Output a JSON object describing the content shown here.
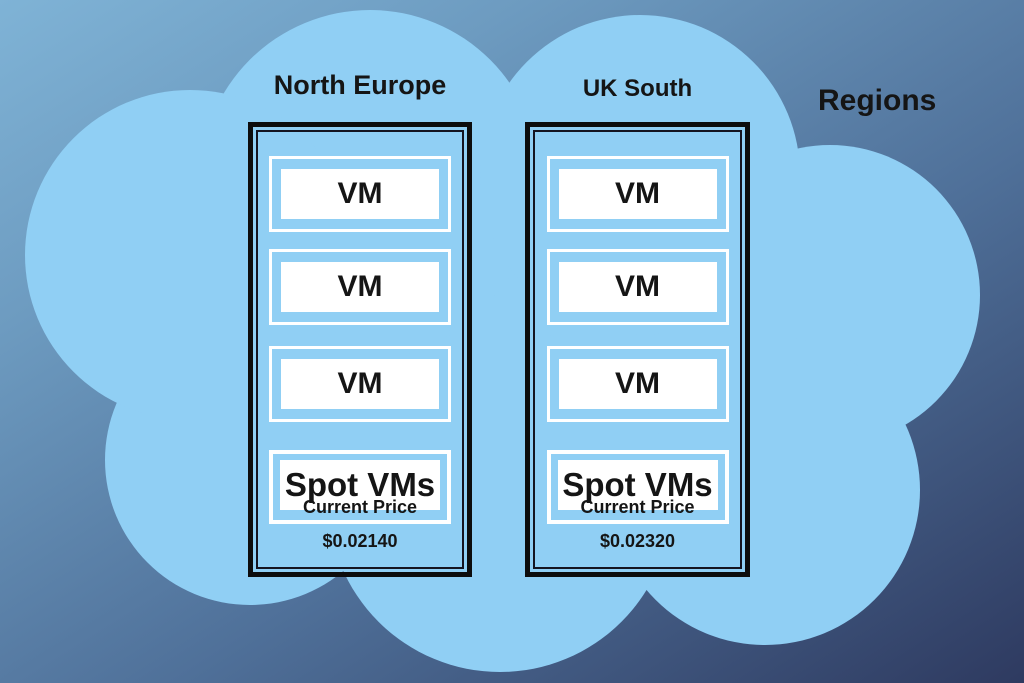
{
  "title": "Regions",
  "regions": [
    {
      "name": "North Europe",
      "vms": [
        "VM",
        "VM",
        "VM"
      ],
      "spot_label": "Spot VMs",
      "price_label": "Current Price",
      "price": "$0.02140"
    },
    {
      "name": "UK South",
      "vms": [
        "VM",
        "VM",
        "VM"
      ],
      "spot_label": "Spot VMs",
      "price_label": "Current Price",
      "price": "$0.02320"
    }
  ],
  "colors": {
    "cloud": "#90CFF4",
    "background_top_left": "#7FB3D6",
    "background_bottom_right": "#2E3A60",
    "box_fill": "#FFFFFF",
    "container_border": "#0D0D0D",
    "text": "#151515"
  }
}
